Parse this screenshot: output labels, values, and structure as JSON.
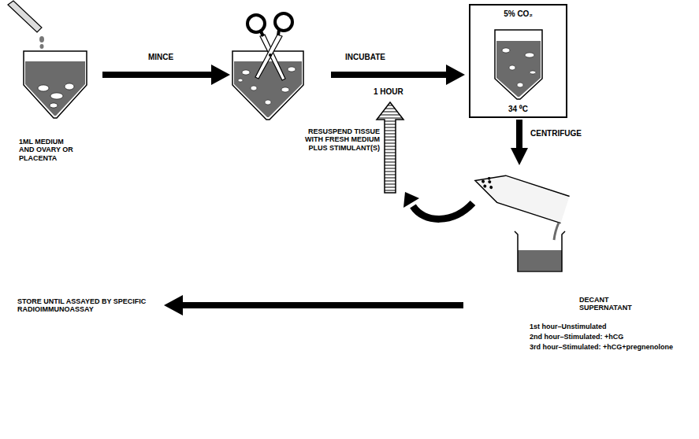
{
  "diagram": {
    "nodes": [
      {
        "text": [
          "1ML MEDIUM AND OVARY OR PLACENTA"
        ]
      },
      {
        "text": [
          "5% CO₂",
          "34 ⁰C"
        ]
      },
      {
        "text": [
          "DECANT SUPERNATANT"
        ]
      }
    ],
    "edges": [
      {
        "from": 1,
        "to": 2,
        "label": "CENTRIFUGE",
        "arrow": "to"
      }
    ],
    "labels": [
      "MINCE",
      "INCUBATE",
      "1 HOUR",
      "RESUSPEND TISSUE WITH FRESH MEDIUM PLUS STIMULANT(S)",
      "STORE UNTIL ASSAYED BY SPECIFIC RADIOIMMUNOASSAY",
      "1st hour–Unstimulated",
      "2nd hour–Stimulated: +hCG",
      "3rd hour–Stimulated: +hCG+pregnenolone"
    ]
  }
}
